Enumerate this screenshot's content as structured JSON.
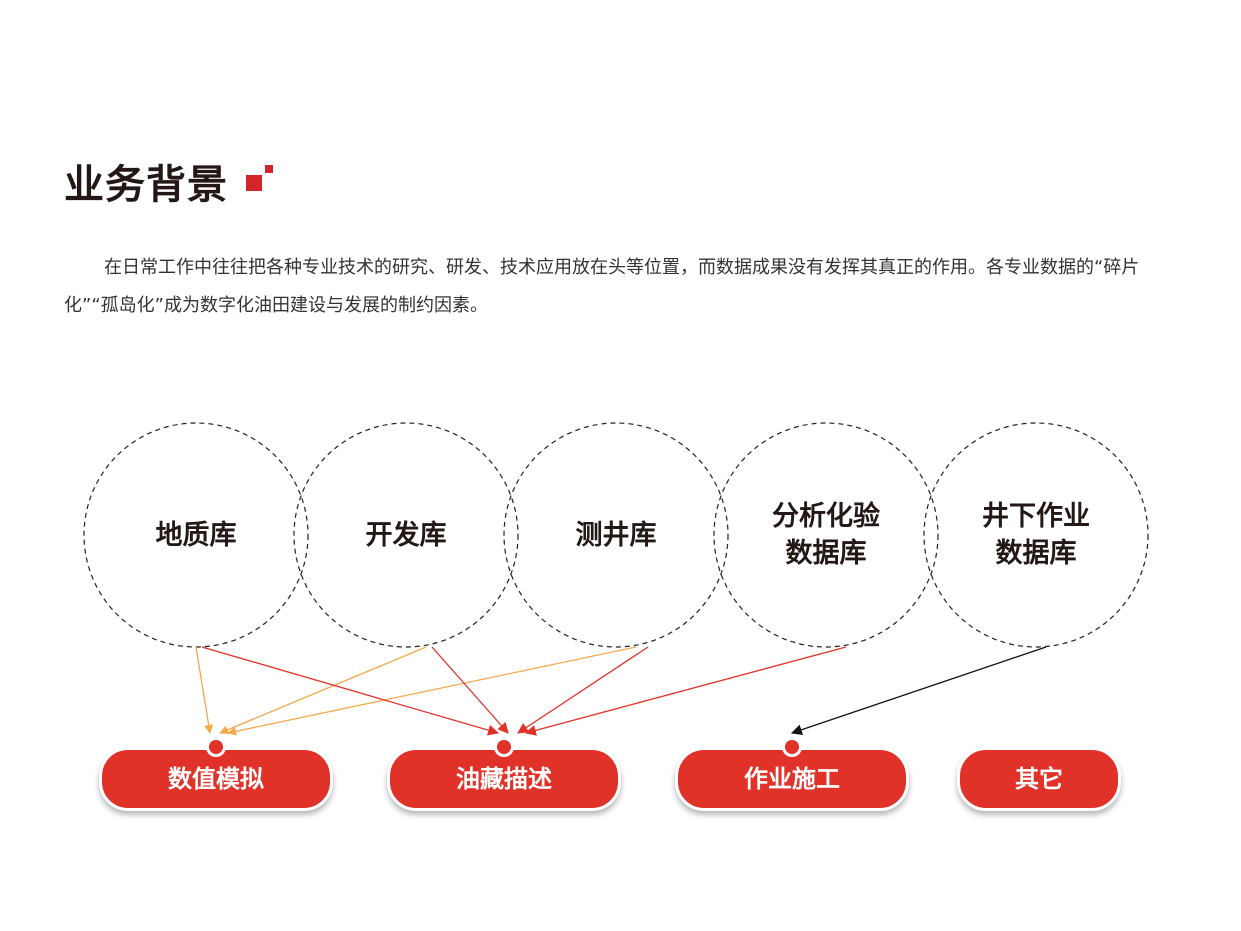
{
  "header": {
    "title": "业务背景"
  },
  "intro": {
    "text": "在日常工作中往往把各种专业技术的研究、研发、技术应用放在头等位置，而数据成果没有发挥其真正的作用。各专业数据的“碎片化”“孤岛化”成为数字化油田建设与发展的制约因素。"
  },
  "colors": {
    "accent_red": "#e03228",
    "title_mark_red": "#d3262b",
    "arrow_orange": "#f3a94b",
    "arrow_red": "#e03228",
    "arrow_black": "#111111",
    "circle_stroke": "#222222"
  },
  "databases": [
    {
      "label": "地质库"
    },
    {
      "label": "开发库"
    },
    {
      "label": "测井库"
    },
    {
      "label": "分析化验\n数据库"
    },
    {
      "label": "井下作业\n数据库"
    }
  ],
  "applications": [
    {
      "label": "数值模拟"
    },
    {
      "label": "油藏描述"
    },
    {
      "label": "作业施工"
    },
    {
      "label": "其它"
    }
  ],
  "links": [
    {
      "from": "地质库",
      "to": "数值模拟",
      "color": "orange"
    },
    {
      "from": "开发库",
      "to": "数值模拟",
      "color": "orange"
    },
    {
      "from": "测井库",
      "to": "数值模拟",
      "color": "orange"
    },
    {
      "from": "地质库",
      "to": "油藏描述",
      "color": "red"
    },
    {
      "from": "开发库",
      "to": "油藏描述",
      "color": "red"
    },
    {
      "from": "测井库",
      "to": "油藏描述",
      "color": "red"
    },
    {
      "from": "分析化验\n数据库",
      "to": "油藏描述",
      "color": "red"
    },
    {
      "from": "井下作业\n数据库",
      "to": "作业施工",
      "color": "black"
    }
  ]
}
